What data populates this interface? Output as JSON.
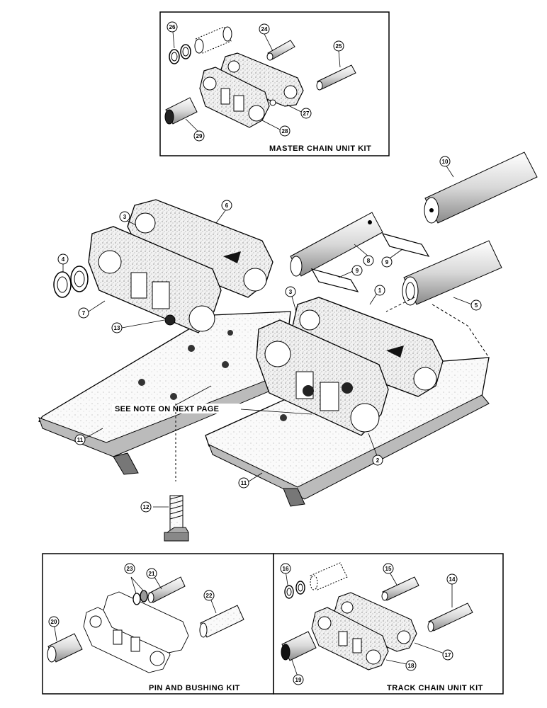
{
  "kits": {
    "master_chain": {
      "title": "MASTER CHAIN UNIT KIT"
    },
    "pin_bushing": {
      "title": "PIN AND BUSHING KIT"
    },
    "track_chain": {
      "title": "TRACK CHAIN UNIT KIT"
    }
  },
  "note": "SEE NOTE ON NEXT PAGE",
  "callouts": {
    "c1": "1",
    "c2": "2",
    "c3a": "3",
    "c3b": "3",
    "c4": "4",
    "c5": "5",
    "c6": "6",
    "c7": "7",
    "c8": "8",
    "c9a": "9",
    "c9b": "9",
    "c10": "10",
    "c11a": "11",
    "c11b": "11",
    "c12": "12",
    "c13": "13",
    "c14": "14",
    "c15": "15",
    "c16": "16",
    "c17": "17",
    "c18": "18",
    "c19": "19",
    "c20": "20",
    "c21": "21",
    "c22": "22",
    "c23": "23",
    "c24": "24",
    "c25": "25",
    "c26": "26",
    "c27": "27",
    "c28": "28",
    "c29": "29"
  }
}
